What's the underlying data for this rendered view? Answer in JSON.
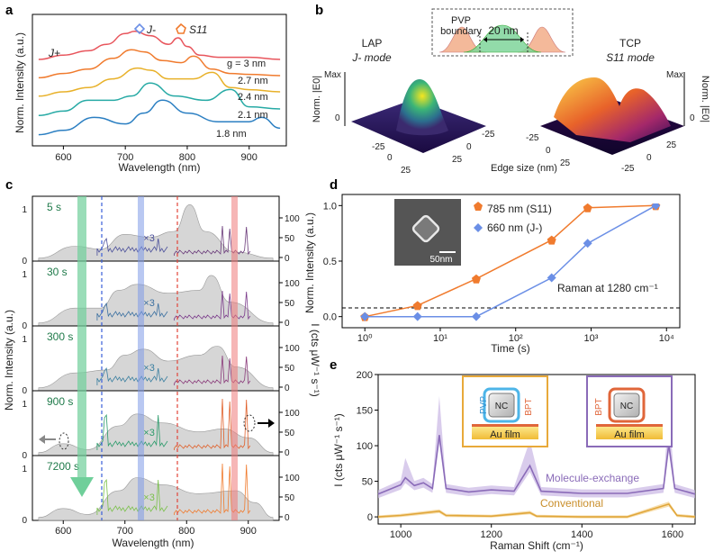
{
  "panels": {
    "a": "a",
    "b": "b",
    "c": "c",
    "d": "d",
    "e": "e"
  },
  "panel_a": {
    "xlabel": "Wavelength (nm)",
    "ylabel": "Norm. Intensity (a.u.)",
    "legend": {
      "jminus": "J-",
      "s11": "S11",
      "jplus": "J+"
    },
    "ticks": [
      "600",
      "700",
      "800",
      "900"
    ],
    "series": [
      {
        "label": "g = 3 nm",
        "color": "#e8555c"
      },
      {
        "label": "2.7 nm",
        "color": "#f07b2e"
      },
      {
        "label": "2.4 nm",
        "color": "#e8b12a"
      },
      {
        "label": "2.1 nm",
        "color": "#27aaa5"
      },
      {
        "label": "1.8 nm",
        "color": "#2b7fc2"
      }
    ]
  },
  "panel_b": {
    "inset": {
      "pvp": "PVP",
      "boundary": "boundary",
      "width": "20 nm"
    },
    "lap": {
      "title": "LAP",
      "mode": "J- mode",
      "color": "#2e8b5e"
    },
    "tcp": {
      "title": "TCP",
      "mode": "S11 mode",
      "color": "#c0642a"
    },
    "zlabel": "Norm. |E0|",
    "max": "Max",
    "zero": "0",
    "xlabel": "Edge size (nm)",
    "ticks": [
      "-25",
      "0",
      "25"
    ]
  },
  "panel_c": {
    "xlabel": "Wavelength (nm)",
    "ylabel_left": "Norm. Intensity (a.u.)",
    "ylabel_right": "I (cts μW⁻¹ s⁻¹)",
    "times": [
      "5 s",
      "30 s",
      "300 s",
      "900 s",
      "7200 s"
    ],
    "mult": "×3",
    "xticks": [
      "600",
      "700",
      "800",
      "900"
    ],
    "lticks": [
      "0",
      "1"
    ],
    "rticks": [
      "0",
      "50",
      "100"
    ]
  },
  "panel_d": {
    "xlabel": "Time (s)",
    "ylabel": "Norm. Intensity (a.u.)",
    "note": "Raman at 1280 cm⁻¹",
    "scalebar": "50nm",
    "yticks": [
      "0.0",
      "0.5",
      "1.0"
    ],
    "xticks": [
      "10⁰",
      "10¹",
      "10²",
      "10³",
      "10⁴"
    ]
  },
  "panel_e": {
    "xlabel": "Raman Shift (cm⁻¹)",
    "ylabel": "I (cts μW⁻¹ s⁻¹)",
    "yticks": [
      "0",
      "50",
      "100",
      "150",
      "200"
    ],
    "xticks": [
      "1000",
      "1200",
      "1400",
      "1600"
    ],
    "labels": {
      "exchange": "Molecule-exchange",
      "conventional": "Conventional"
    },
    "schemes": {
      "pvp": "PVP",
      "bpt": "BPT",
      "nc": "NC",
      "film": "Au film"
    }
  },
  "chart_data": [
    {
      "type": "line",
      "xlabel": "Wavelength (nm)",
      "ylabel": "Norm. Intensity (a.u.)",
      "xlim": [
        550,
        960
      ],
      "series": [
        {
          "name": "g = 3 nm",
          "x": [
            560,
            600,
            640,
            670,
            700,
            715,
            740,
            770,
            785,
            800,
            820,
            850,
            900,
            950
          ],
          "y": [
            0.25,
            0.35,
            0.45,
            0.6,
            0.85,
            0.9,
            0.8,
            0.6,
            0.75,
            0.55,
            0.35,
            0.3,
            0.3,
            0.25
          ]
        },
        {
          "name": "2.7 nm",
          "x": [
            560,
            600,
            640,
            680,
            710,
            730,
            760,
            790,
            810,
            840,
            870,
            900,
            950
          ],
          "y": [
            0.2,
            0.3,
            0.4,
            0.65,
            0.85,
            0.8,
            0.6,
            0.55,
            0.7,
            0.4,
            0.3,
            0.28,
            0.25
          ]
        },
        {
          "name": "2.4 nm",
          "x": [
            560,
            600,
            640,
            680,
            720,
            740,
            770,
            810,
            840,
            870,
            900,
            950
          ],
          "y": [
            0.15,
            0.25,
            0.35,
            0.55,
            0.8,
            0.75,
            0.55,
            0.55,
            0.7,
            0.35,
            0.3,
            0.25
          ]
        },
        {
          "name": "2.1 nm",
          "x": [
            560,
            600,
            640,
            680,
            710,
            740,
            780,
            830,
            870,
            900,
            950
          ],
          "y": [
            0.1,
            0.2,
            0.45,
            0.45,
            0.55,
            0.85,
            0.55,
            0.45,
            0.7,
            0.3,
            0.25
          ]
        },
        {
          "name": "1.8 nm",
          "x": [
            560,
            600,
            650,
            700,
            730,
            760,
            800,
            850,
            900,
            920,
            950
          ],
          "y": [
            0.05,
            0.15,
            0.45,
            0.3,
            0.55,
            0.85,
            0.55,
            0.35,
            0.35,
            0.45,
            0.2
          ]
        }
      ]
    },
    {
      "type": "line",
      "xlabel": "Time (s)",
      "ylabel": "Norm. Intensity (a.u.)",
      "xscale": "log",
      "xlim": [
        0.5,
        15000
      ],
      "ylim": [
        -0.1,
        1.1
      ],
      "series": [
        {
          "name": "785 nm (S11)",
          "color": "#f07b2e",
          "x": [
            1,
            5,
            30,
            300,
            900,
            7200
          ],
          "y": [
            0.0,
            0.1,
            0.34,
            0.69,
            0.98,
            1.0
          ]
        },
        {
          "name": "660 nm (J-)",
          "color": "#6b8fe6",
          "x": [
            1,
            5,
            30,
            300,
            900,
            7200
          ],
          "y": [
            0.0,
            0.0,
            0.0,
            0.35,
            0.66,
            1.0
          ]
        }
      ]
    },
    {
      "type": "line",
      "xlabel": "Raman Shift (cm⁻¹)",
      "ylabel": "I (cts μW⁻¹ s⁻¹)",
      "xlim": [
        950,
        1650
      ],
      "ylim": [
        -10,
        200
      ],
      "series": [
        {
          "name": "Molecule-exchange",
          "color": "#8a6bb8",
          "x": [
            950,
            1000,
            1010,
            1030,
            1050,
            1070,
            1085,
            1100,
            1150,
            1200,
            1250,
            1285,
            1310,
            1400,
            1500,
            1580,
            1592,
            1605,
            1650
          ],
          "y": [
            32,
            45,
            55,
            44,
            48,
            40,
            115,
            40,
            35,
            38,
            36,
            72,
            36,
            33,
            33,
            40,
            102,
            40,
            32
          ]
        },
        {
          "name": "Conventional",
          "color": "#e0a63a",
          "x": [
            950,
            1000,
            1085,
            1100,
            1200,
            1285,
            1300,
            1400,
            1500,
            1592,
            1610,
            1650
          ],
          "y": [
            0,
            2,
            8,
            2,
            1,
            6,
            1,
            0,
            0,
            18,
            2,
            0
          ]
        }
      ]
    }
  ]
}
